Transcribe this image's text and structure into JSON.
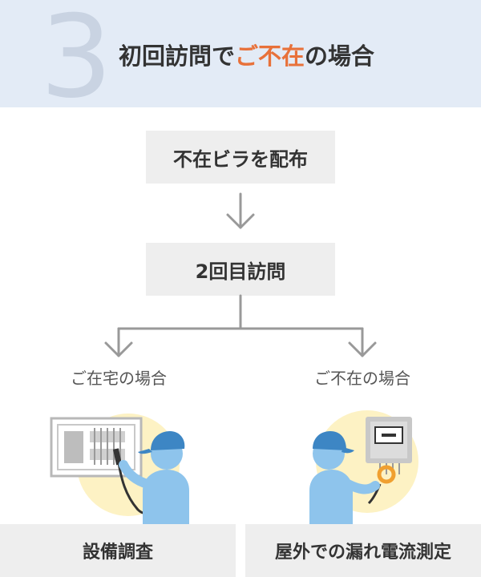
{
  "header": {
    "step_number": "3",
    "title_before": "初回訪問で",
    "title_accent": "ご不在",
    "title_after": "の場合",
    "accent_color": "#e8713a"
  },
  "flow": {
    "step1": "不在ビラを配布",
    "step2": "2回目訪問"
  },
  "branches": {
    "left": {
      "label": "ご在宅の場合",
      "result": "設備調査"
    },
    "right": {
      "label": "ご不在の場合",
      "result": "屋外での漏れ電流測定"
    }
  },
  "icons": {
    "arrow": "arrow-down-icon",
    "left_illustration": "worker-inspecting-panel-icon",
    "right_illustration": "worker-measuring-meter-icon"
  }
}
